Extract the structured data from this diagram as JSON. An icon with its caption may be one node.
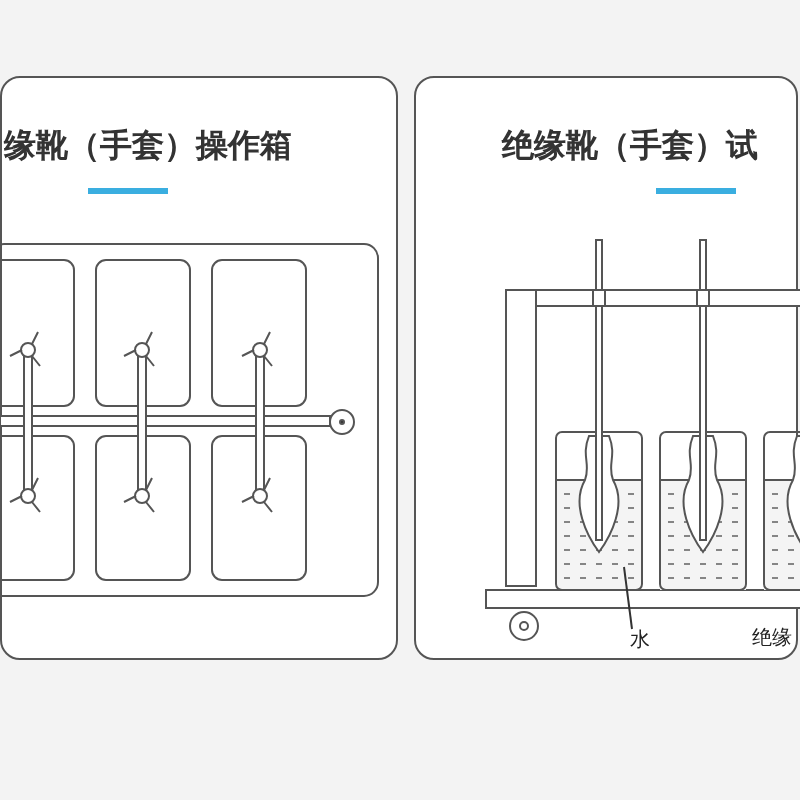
{
  "diagram": {
    "nodes": [
      {
        "text": [
          "缘靴（手套）操作箱"
        ]
      },
      {
        "text": [
          "绝缘靴（手套）试"
        ]
      },
      {
        "text": [
          "水"
        ],
        "in": 1
      },
      {
        "text": [],
        "shape": "box",
        "in": 1
      }
    ],
    "edges": [
      {
        "from": 2,
        "to": 3,
        "arrow": "none"
      }
    ],
    "labels": [
      "绝缘"
    ]
  }
}
